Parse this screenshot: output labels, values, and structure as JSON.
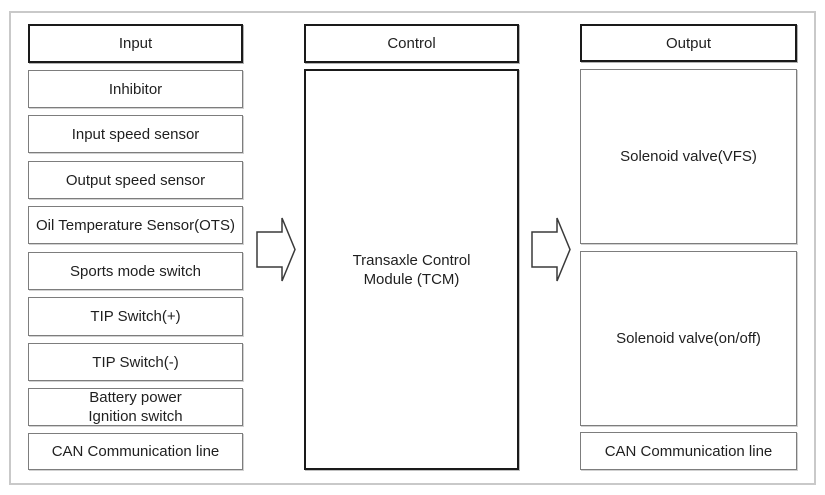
{
  "colors": {
    "background": "#ffffff",
    "frame_border": "#c9c9c9",
    "header_border": "#1a1a1a",
    "box_border": "#7d7d7d",
    "text": "#1f1f1f"
  },
  "input_column": {
    "header": "Input",
    "items": [
      "Inhibitor",
      "Input speed sensor",
      "Output speed sensor",
      "Oil Temperature Sensor(OTS)",
      "Sports mode switch",
      "TIP Switch(+)",
      "TIP Switch(-)",
      "Battery power\nIgnition switch",
      "CAN Communication line"
    ]
  },
  "control_column": {
    "header": "Control",
    "module_label": "Transaxle Control\nModule (TCM)"
  },
  "output_column": {
    "header": "Output",
    "items": [
      "Solenoid valve(VFS)",
      "Solenoid valve(on/off)",
      "CAN Communication line"
    ]
  },
  "icons": {
    "left_arrow": "block-arrow-right",
    "right_arrow": "block-arrow-right"
  }
}
